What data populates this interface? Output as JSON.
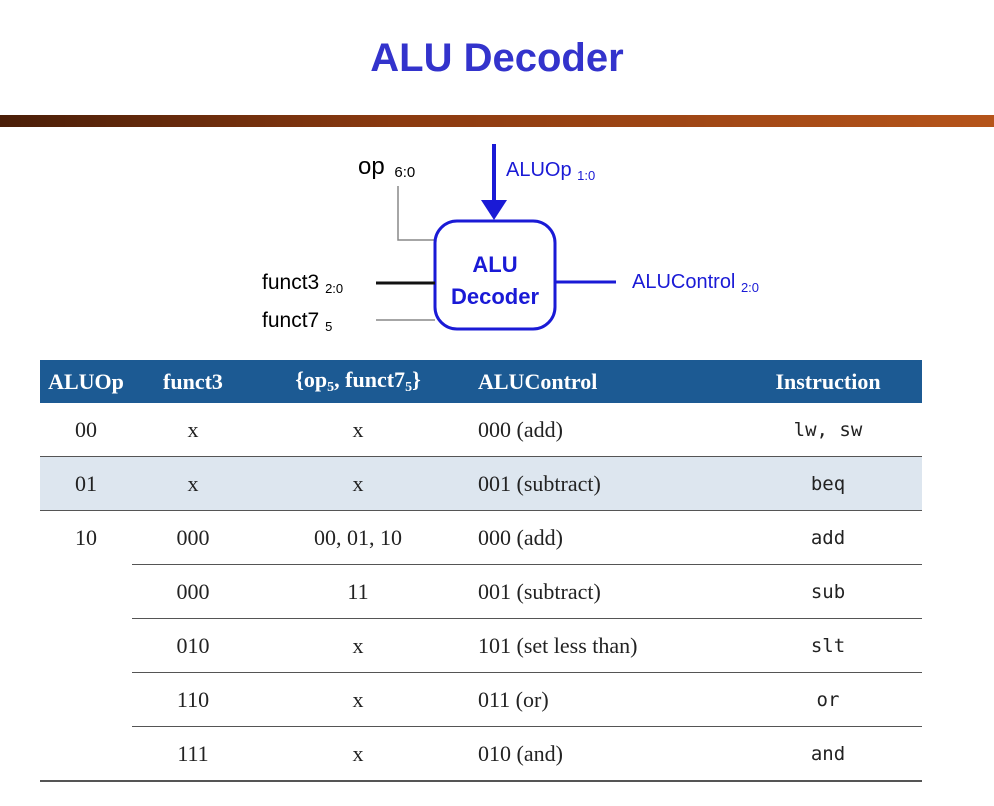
{
  "title": "ALU Decoder",
  "colors": {
    "title": "#3333cc",
    "diagram_blue": "#1a1ad6",
    "table_header_bg": "#1c5a93",
    "row_shade": "#dde6ef",
    "rule_dark": "#4a1e08",
    "rule_light": "#b5541a"
  },
  "diagram": {
    "box_label_line1": "ALU",
    "box_label_line2": "Decoder",
    "op_label": "op",
    "op_sub": "6:0",
    "aluop_label": "ALUOp",
    "aluop_sub": "1:0",
    "funct3_label": "funct3",
    "funct3_sub": "2:0",
    "funct7_label": "funct7",
    "funct7_sub": "5",
    "alucontrol_label": "ALUControl",
    "alucontrol_sub": "2:0"
  },
  "table": {
    "headers": {
      "aluop": "ALUOp",
      "funct3": "funct3",
      "opf7_prefix": "{op",
      "opf7_sub1": "5",
      "opf7_mid": ", funct7",
      "opf7_sub2": "5",
      "opf7_suffix": "}",
      "alucontrol": "ALUControl",
      "instruction": "Instruction"
    },
    "rows": [
      {
        "aluop": "00",
        "funct3": "x",
        "opf7": "x",
        "alucontrol": "000 (add)",
        "instruction": "lw, sw"
      },
      {
        "aluop": "01",
        "funct3": "x",
        "opf7": "x",
        "alucontrol": "001 (subtract)",
        "instruction": "beq"
      },
      {
        "aluop": "10",
        "funct3": "000",
        "opf7": "00, 01, 10",
        "alucontrol": "000 (add)",
        "instruction": "add"
      },
      {
        "aluop": "",
        "funct3": "000",
        "opf7": "11",
        "alucontrol": "001 (subtract)",
        "instruction": "sub"
      },
      {
        "aluop": "",
        "funct3": "010",
        "opf7": "x",
        "alucontrol": "101 (set less than)",
        "instruction": "slt"
      },
      {
        "aluop": "",
        "funct3": "110",
        "opf7": "x",
        "alucontrol": "011 (or)",
        "instruction": "or"
      },
      {
        "aluop": "",
        "funct3": "111",
        "opf7": "x",
        "alucontrol": "010 (and)",
        "instruction": "and"
      }
    ]
  }
}
